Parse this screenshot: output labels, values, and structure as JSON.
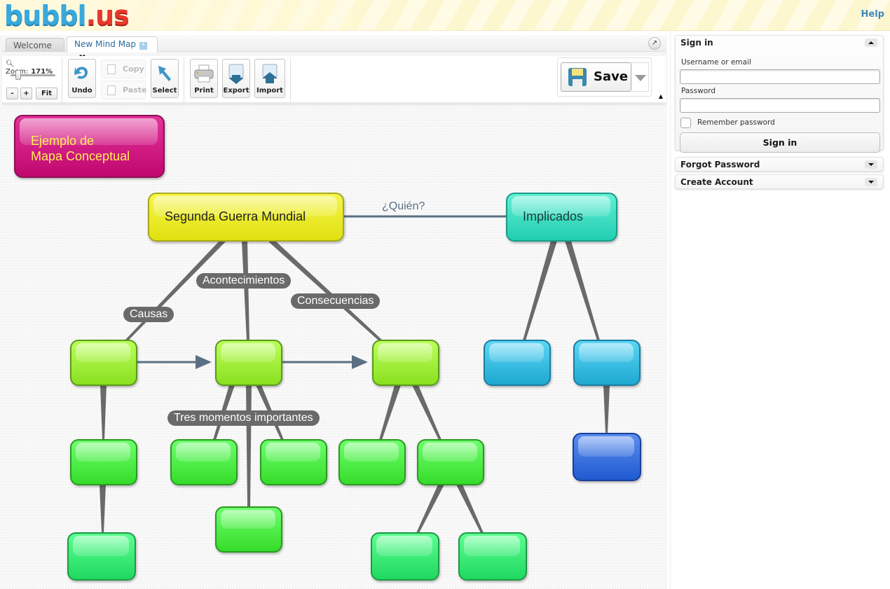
{
  "header": {
    "logo_part1": "bubbl",
    "logo_part2": ".us",
    "help_link": "Help"
  },
  "tabs": [
    {
      "label": "Welcome",
      "active": false
    },
    {
      "label": "New Mind Map",
      "active": true,
      "modified_icon": "asterisk-icon",
      "close_icon": "close-icon"
    }
  ],
  "toolbar": {
    "zoom_label": "Zoom:",
    "zoom_value": "171%",
    "zoom_slider_fraction": 0.12,
    "zoom_out": "-",
    "zoom_in": "+",
    "fit": "Fit",
    "undo": "Undo",
    "copy": "Copy",
    "paste": "Paste",
    "select": "Select",
    "print": "Print",
    "export": "Export",
    "import": "Import",
    "save": "Save"
  },
  "mindmap": {
    "title_node": {
      "line1": "Ejemplo de",
      "line2": "Mapa Conceptual",
      "color": "#d0147f"
    },
    "root": {
      "text": "Segunda Guerra Mundial",
      "color": "#eeee2a"
    },
    "implicados": {
      "text": "Implicados",
      "color": "#38dcc0"
    },
    "edge_labels": {
      "quien": "¿Quién?",
      "causas": "Causas",
      "acontecimientos": "Acontecimientos",
      "consecuencias": "Consecuencias",
      "tres_momentos": "Tres momentos importantes"
    },
    "colors": {
      "lime": "#a4f030",
      "green": "#44e83a",
      "mint": "#30ec72",
      "cyan": "#2bbde6",
      "blue": "#2d6ee0",
      "connector": "#6a6a6a",
      "arrow": "#5a6f84"
    }
  },
  "signin": {
    "title": "Sign in",
    "username_label": "Username or email",
    "username_value": "",
    "password_label": "Password",
    "password_value": "",
    "remember_label": "Remember password",
    "remember_checked": false,
    "button": "Sign in"
  },
  "forgot_password": {
    "title": "Forgot Password"
  },
  "create_account": {
    "title": "Create Account"
  }
}
